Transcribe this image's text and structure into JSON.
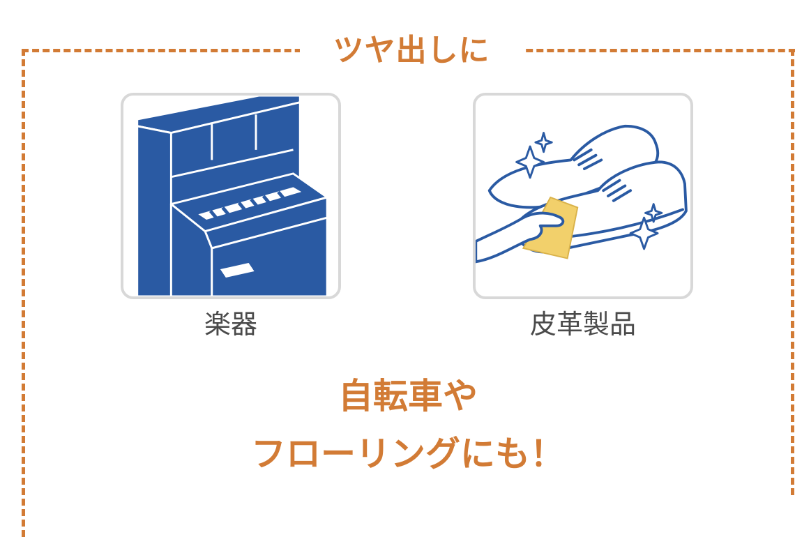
{
  "heading": "ツヤ出しに",
  "items": [
    {
      "label": "楽器",
      "icon": "piano-icon"
    },
    {
      "label": "皮革製品",
      "icon": "leather-shoes-icon"
    }
  ],
  "tagline": {
    "line1": "自転車や",
    "line2": "フローリングにも！"
  },
  "colors": {
    "accent": "#d27b35",
    "icon_blue": "#2a5aa3",
    "cloth_yellow": "#f2d06b"
  }
}
